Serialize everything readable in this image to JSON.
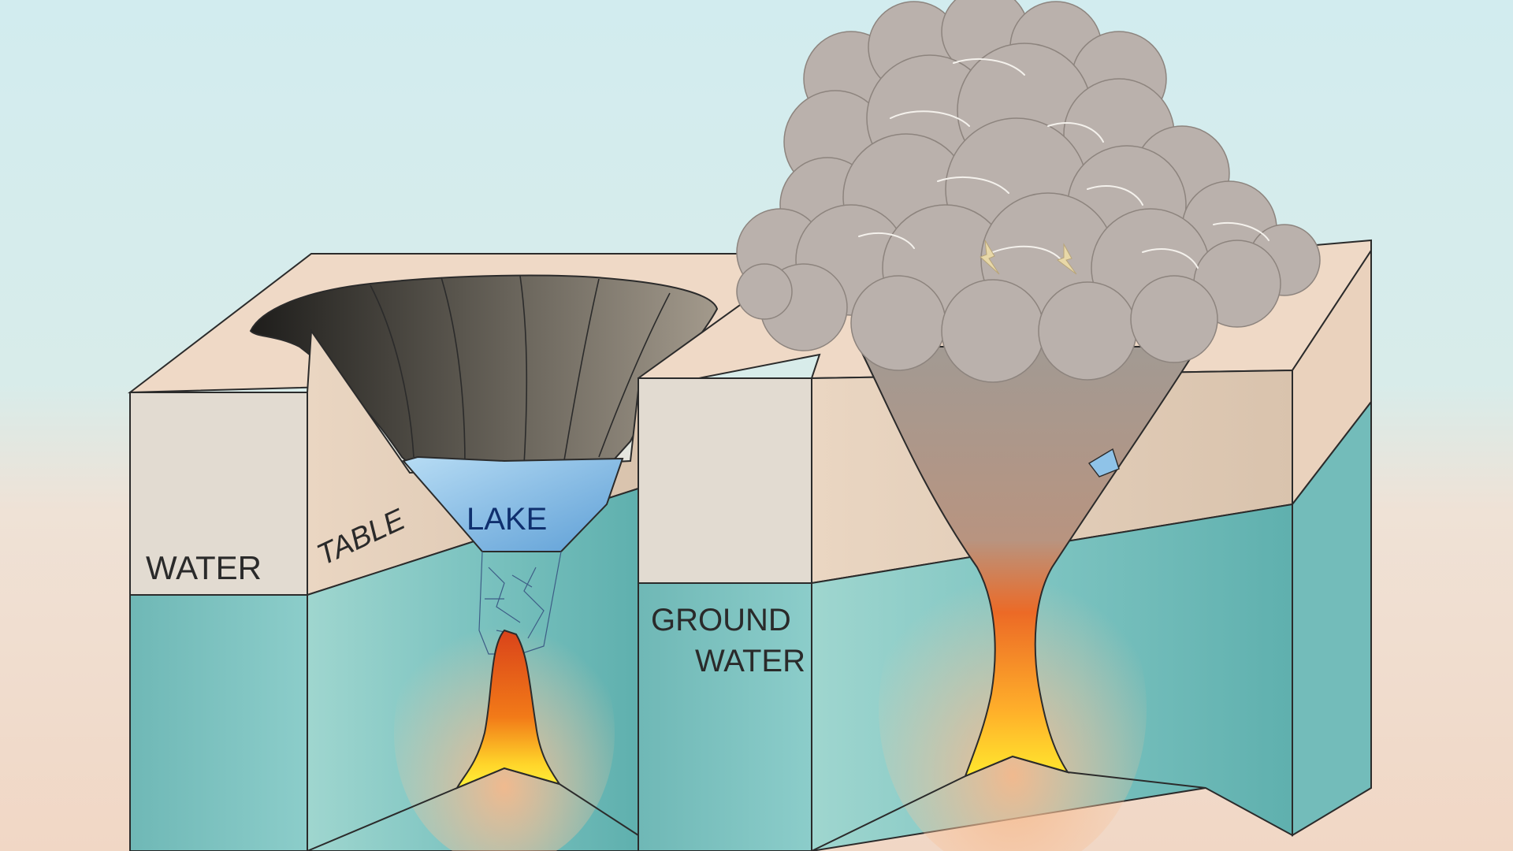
{
  "labels": {
    "water": "WATER",
    "table": "TABLE",
    "lake": "LAKE",
    "ground": "GROUND",
    "ground_water": "WATER"
  },
  "colors": {
    "sky": "#d4ecef",
    "ground_beige": "#f0d8c6",
    "block_top": "#efd9c6",
    "block_face_beige": "#e2dbd1",
    "groundwater_teal": "#7fc4c2",
    "lake_blue": "#8fc3e8",
    "magma_red": "#e8551c",
    "magma_yellow": "#ffe02a",
    "ash_cloud": "#b9b0ab",
    "crater_dark": "#3c3a35",
    "outline": "#2b2b2b"
  }
}
